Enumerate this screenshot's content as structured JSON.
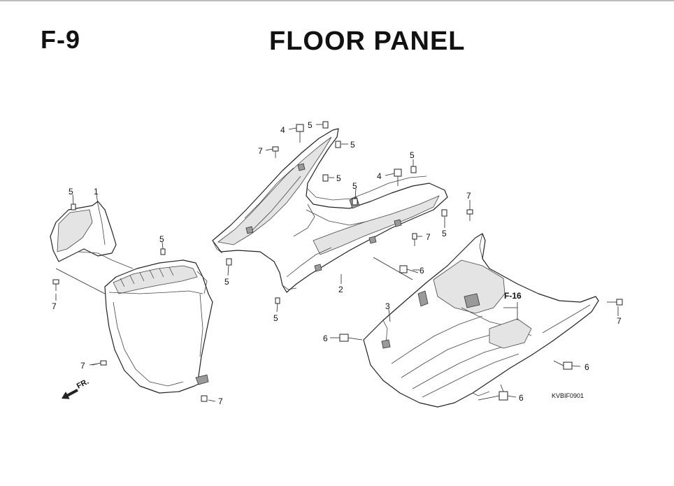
{
  "header": {
    "section_code": "F-9",
    "title": "FLOOR PANEL"
  },
  "diagram": {
    "parts": [
      {
        "callout": "1",
        "component": "front-inner-cover"
      },
      {
        "callout": "2",
        "component": "floor-panel"
      },
      {
        "callout": "3",
        "component": "floor-under-cover"
      }
    ],
    "hardware_callouts": {
      "c4": "4",
      "c5": "5",
      "c6": "6",
      "c7": "7"
    },
    "reference": "F-16",
    "direction_label": "FR.",
    "drawing_code": "KVBIF0901"
  },
  "colors": {
    "line": "#222222",
    "title": "#111111",
    "shade": "#e4e4e4"
  }
}
